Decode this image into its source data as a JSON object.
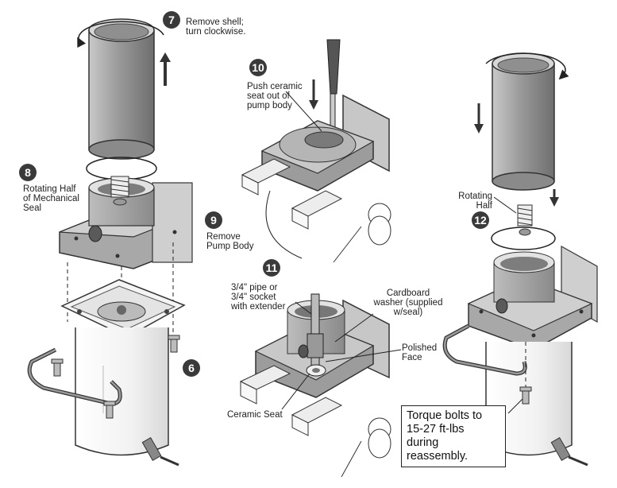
{
  "steps": [
    {
      "number": "7",
      "text": "Remove shell;\nturn clockwise."
    },
    {
      "number": "8",
      "text": "Rotating Half\nof Mechanical\nSeal"
    },
    {
      "number": "9",
      "text": "Remove\nPump Body"
    },
    {
      "number": "6",
      "text": ""
    },
    {
      "number": "10",
      "text": "Push ceramic\nseat out of\npump body"
    },
    {
      "number": "11",
      "text": ""
    },
    {
      "number": "12",
      "text": "Rotating\nHalf"
    }
  ],
  "labels": {
    "pipe_socket": "3/4\" pipe or\n3/4\" socket\nwith extender",
    "cardboard_washer": "Cardboard\nwasher (supplied\nw/seal)",
    "polished_face": "Polished\nFace",
    "ceramic_seat": "Ceramic Seat"
  },
  "note": "Torque bolts to\n15-27 ft-lbs\nduring\nreassembly."
}
